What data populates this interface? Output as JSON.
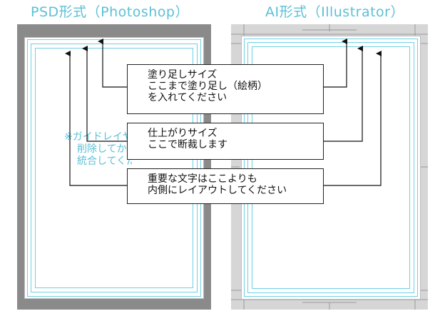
{
  "titles": {
    "psd": "PSD形式（Photoshop）",
    "ai": "AI形式（Illustrator）"
  },
  "callouts": {
    "bleed": {
      "lines": [
        "塗り足しサイズ",
        "ここまで塗り足し（絵柄）",
        "を入れてください"
      ]
    },
    "trim": {
      "lines": [
        "仕上がりサイズ",
        "ここで断裁します"
      ]
    },
    "safe": {
      "lines": [
        "重要な文字はここよりも",
        "内側にレイアウトしてください"
      ]
    }
  },
  "psd_note": {
    "lines": [
      "※ガイドレイヤーは",
      "削除してから",
      "統合してください"
    ]
  },
  "colors": {
    "title": "#5bc0d6",
    "guide": "#6fd0e2",
    "psd_background": "#8a8a8a",
    "ai_background": "#d6d6d6",
    "page": "#ffffff",
    "callout_border": "#222222"
  }
}
